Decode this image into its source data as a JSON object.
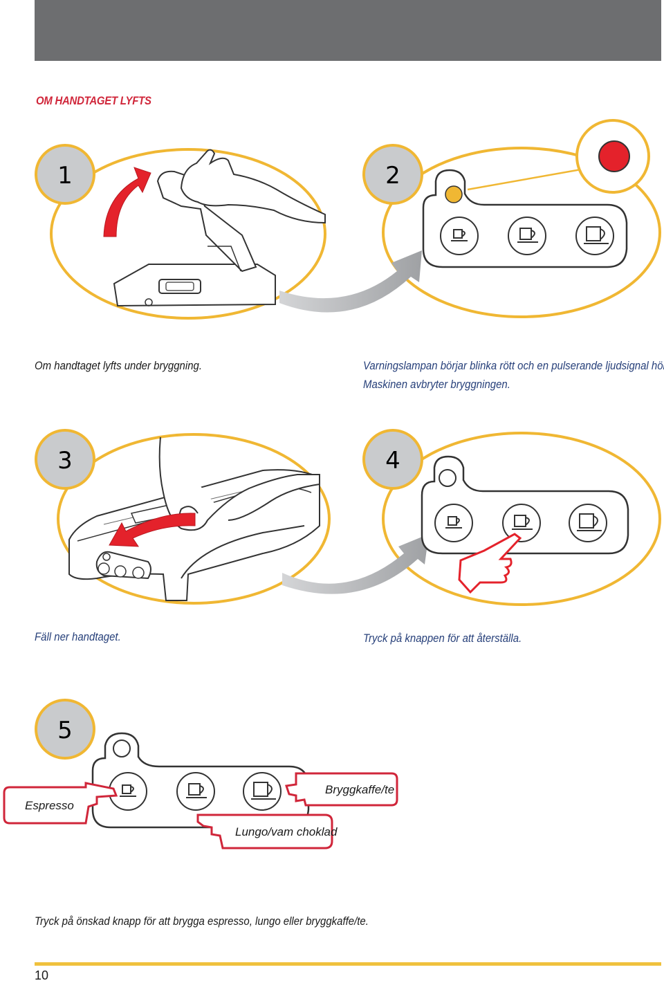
{
  "section_title": "OM HANDTAGET LYFTS",
  "steps": [
    {
      "number": "1",
      "caption": "Om handtaget lyfts under bryggning."
    },
    {
      "number": "2",
      "caption_line1": "Varningslampan börjar blinka rött och en pulserande ljudsignal hörs.",
      "caption_line2": "Maskinen avbryter bryggningen."
    },
    {
      "number": "3",
      "caption": "Fäll ner handtaget."
    },
    {
      "number": "4",
      "caption": "Tryck på knappen för att återställa."
    },
    {
      "number": "5",
      "callouts": {
        "espresso": "Espresso",
        "lungo": "Lungo/vam choklad",
        "bryggkaffe": "Bryggkaffe/te"
      }
    }
  ],
  "footer_caption": "Tryck på önskad knapp för att brygga espresso, lungo eller bryggkaffe/te.",
  "page_number": "10",
  "colors": {
    "accent_red": "#d0263a",
    "accent_yellow": "#f0b733",
    "warning_red": "#e4222b",
    "header_grey": "#6d6e70"
  }
}
